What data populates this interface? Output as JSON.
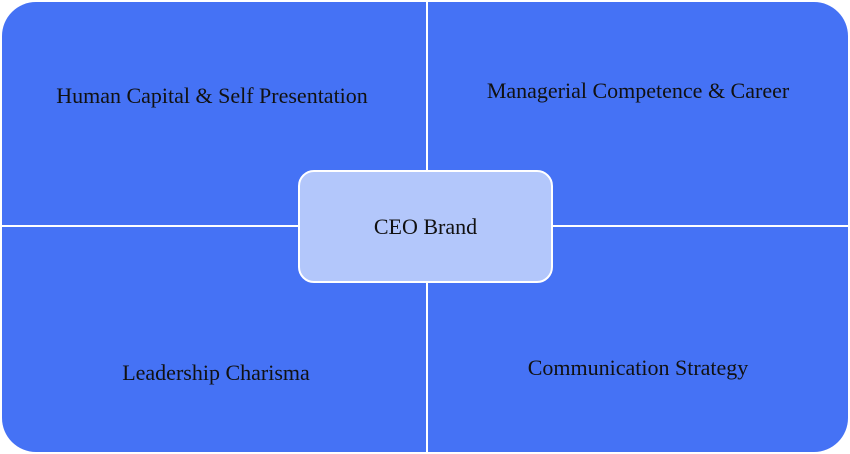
{
  "diagram": {
    "center": "CEO Brand",
    "quadrants": {
      "top_left": "Human Capital & Self Presentation",
      "top_right": "Managerial Competence & Career",
      "bottom_left": "Leadership Charisma",
      "bottom_right": "Communication Strategy"
    }
  },
  "colors": {
    "quadrant_fill": "#4572f5",
    "center_fill": "#b3c7fb",
    "divider": "#ffffff",
    "text": "#111111"
  }
}
